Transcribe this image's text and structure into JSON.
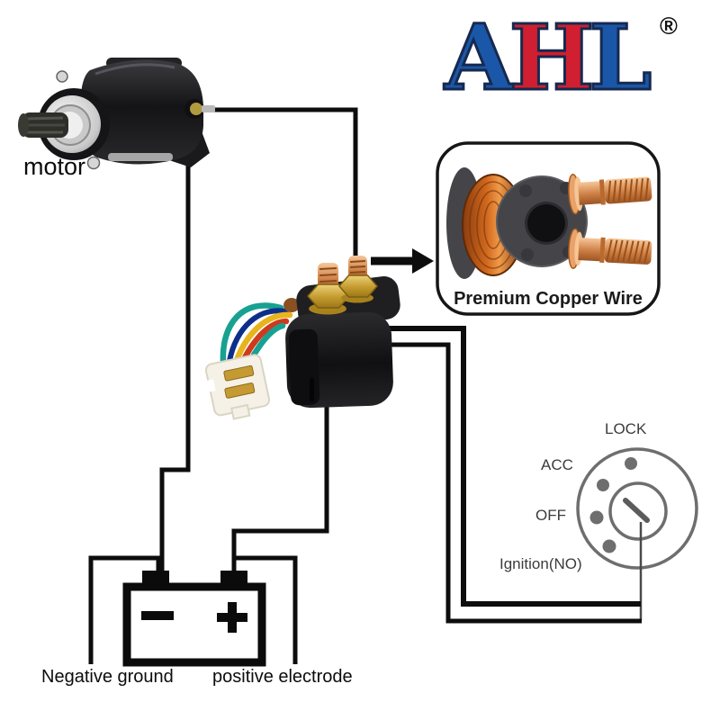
{
  "brand": {
    "letters": [
      "A",
      "H",
      "L"
    ],
    "registered": "®",
    "blue": "#1a57a8",
    "red": "#d01f30",
    "outline": "#16294f"
  },
  "labels": {
    "motor": "motor",
    "negative_ground": "Negative ground",
    "positive_electrode": "positive electrode"
  },
  "inset": {
    "caption": "Premium Copper Wire"
  },
  "ignition": {
    "positions": [
      "LOCK",
      "ACC",
      "OFF",
      "Ignition(NO)"
    ]
  },
  "colors": {
    "wire_black": "#0d0d0d",
    "switch_gray": "#6e6e6e",
    "copper": "#c97a36",
    "gold_nut": "#c39a2e",
    "wire_teal": "#17a191",
    "wire_yellow": "#e8b41c",
    "wire_red": "#cf3a1d",
    "wire_blue": "#0d2f8a",
    "spool_gray": "#454549",
    "battery_black": "#0b0b0b"
  }
}
